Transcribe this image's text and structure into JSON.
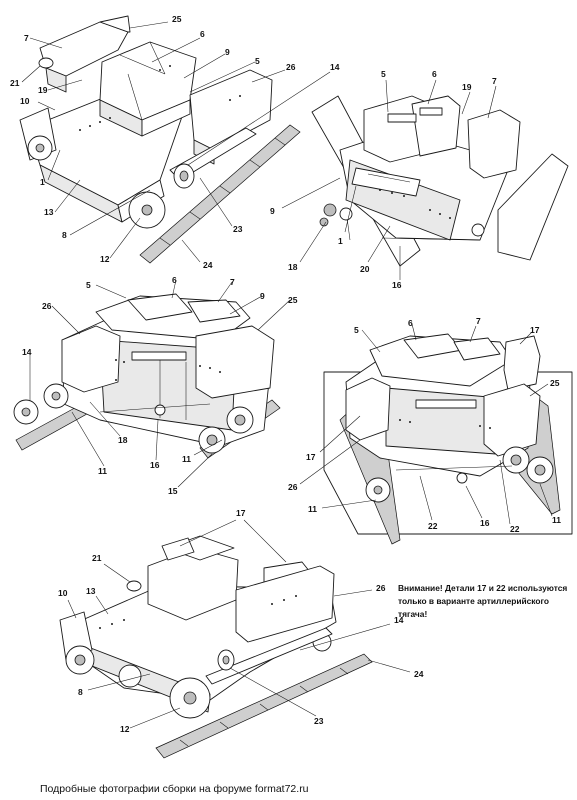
{
  "note": "Внимание! Детали 17 и 22 используются только в варианте артиллерийского тягача!",
  "footer": "Подробные фотографии сборки на форуме format72.ru",
  "views": [
    {
      "id": "view-1",
      "callouts": [
        "25",
        "7",
        "6",
        "9",
        "5",
        "26",
        "14",
        "21",
        "19",
        "10",
        "1",
        "13",
        "8",
        "12",
        "23",
        "24"
      ]
    },
    {
      "id": "view-2",
      "callouts": [
        "5",
        "6",
        "19",
        "7",
        "9",
        "1",
        "18",
        "20",
        "16"
      ]
    },
    {
      "id": "view-3",
      "callouts": [
        "5",
        "6",
        "7",
        "9",
        "25",
        "26",
        "14",
        "18",
        "11",
        "16",
        "11",
        "15"
      ]
    },
    {
      "id": "view-4",
      "callouts": [
        "5",
        "6",
        "7",
        "17",
        "25",
        "17",
        "26",
        "11",
        "22",
        "16",
        "22",
        "11"
      ]
    },
    {
      "id": "view-5",
      "callouts": [
        "17",
        "21",
        "10",
        "13",
        "26",
        "14",
        "8",
        "24",
        "12",
        "23"
      ]
    }
  ]
}
